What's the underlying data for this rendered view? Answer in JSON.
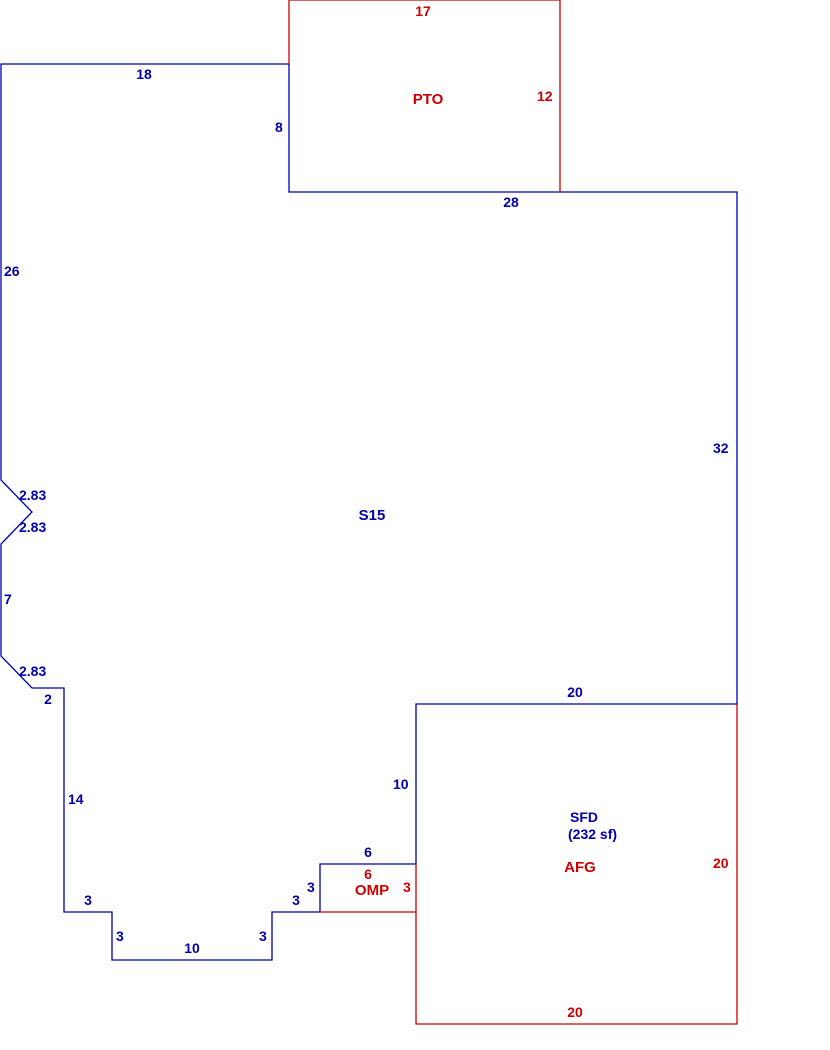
{
  "colors": {
    "main_structure": "#0000aa",
    "attached_area": "#cc0000"
  },
  "areas": {
    "main": {
      "code": "S15"
    },
    "patio": {
      "code": "PTO"
    },
    "porch": {
      "code": "OMP"
    },
    "garage": {
      "code": "AFG"
    },
    "sfd": {
      "code": "SFD",
      "area": "(232 sf)"
    }
  },
  "dimensions": {
    "main": {
      "top_left": "18",
      "left_upper": "26",
      "bay_upper": "2.83",
      "bay_lower": "2.83",
      "left_middle": "7",
      "corner_chamfer": "2.83",
      "step_2": "2",
      "left_lower": "14",
      "bottom_step_left": "3",
      "bottom_drop_left": "3",
      "bottom_center": "10",
      "bottom_drop_right": "3",
      "bottom_step_right": "3",
      "porch_side": "3",
      "porch_top": "6",
      "notch_height": "10",
      "garage_top": "20",
      "right_side": "32",
      "patio_bottom": "28",
      "patio_left": "8"
    },
    "patio": {
      "top": "17",
      "right": "12"
    },
    "porch": {
      "top": "6",
      "right": "3"
    },
    "garage": {
      "right": "20",
      "bottom": "20"
    }
  }
}
